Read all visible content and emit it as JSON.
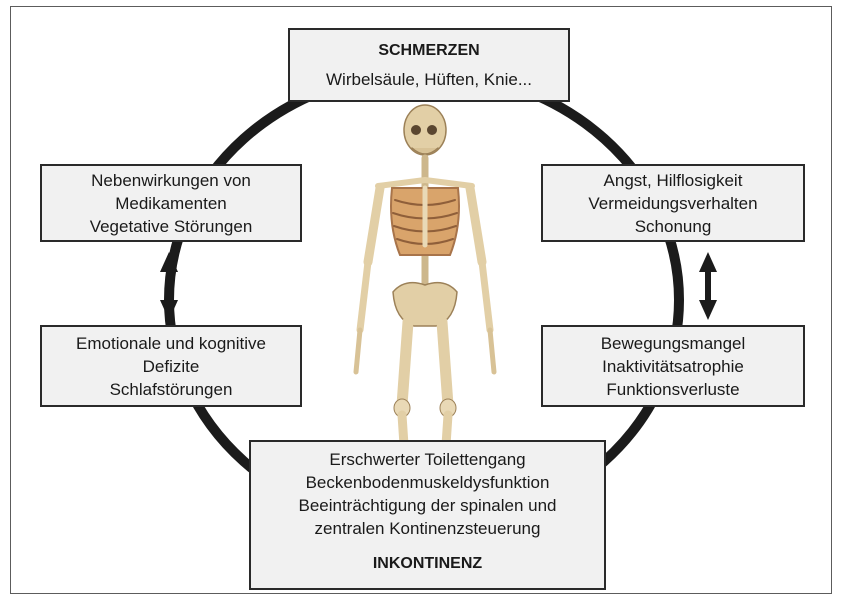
{
  "diagram": {
    "top": {
      "title": "SCHMERZEN",
      "subtitle": "Wirbelsäule, Hüften, Knie..."
    },
    "top_left": {
      "lines": [
        "Nebenwirkungen von",
        "Medikamenten",
        "Vegetative Störungen"
      ]
    },
    "top_right": {
      "lines": [
        "Angst, Hilflosigkeit",
        "Vermeidungsverhalten",
        "Schonung"
      ]
    },
    "middle_left": {
      "lines": [
        "Emotionale und kognitive",
        "Defizite",
        "Schlafstörungen"
      ]
    },
    "middle_right": {
      "lines": [
        "Bewegungsmangel",
        "Inaktivitätsatrophie",
        "Funktionsverluste"
      ]
    },
    "bottom": {
      "lines": [
        "Erschwerter Toilettengang",
        "Beckenbodenmuskeldysfunktion",
        "Beeinträchtigung der spinalen und",
        "zentralen Kontinenzsteuerung"
      ],
      "title": "INKONTINENZ"
    },
    "colors": {
      "circle": "#1b1b1b",
      "box_fill": "#f1f1f1",
      "box_border": "#2a2a2a",
      "bone": "#e2cfa6",
      "bone_dark": "#b99d6c",
      "ribs": "#c08a55"
    },
    "center_image": "skeleton-illustration"
  }
}
